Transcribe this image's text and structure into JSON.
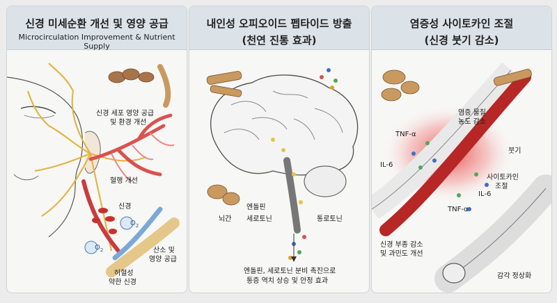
{
  "panels": [
    {
      "title": "신경 미세순환 개선 및 영양 공급",
      "subtitle": "Microcirculation Improvement & Nutrient Supply",
      "labels": {
        "nerve_cell": "신경 세포 영양 공급",
        "env": "및 환경 개선",
        "blood_flow": "혈행 개선",
        "nerve": "신경",
        "o2": "O",
        "o2b": "O",
        "oxygen": "산소 및",
        "nutrient": "영양 공급",
        "ischemic": "허혈성",
        "weak_nerve": "약한 신경"
      }
    },
    {
      "title": "내인성 오피오이드 펩타이드 방출",
      "subtitle": "(천연 진통 효과)",
      "labels": {
        "endorphin": "엔돌핀",
        "serotonin": "세로토닌",
        "brainstem": "뇌간",
        "painkiller": "통로토닌",
        "effect1": "엔돌핀, 세로토닌 분비 촉진으로",
        "effect2": "통증 역치 상승 및 안정 효과"
      }
    },
    {
      "title": "염증성 사이토카인 조절",
      "subtitle": "(신경 붓기 감소)",
      "labels": {
        "inflam1": "염증 물질",
        "inflam2": "농도 감소",
        "tnf_top": "TNF-α",
        "il6_left": "IL-6",
        "swelling": "붓기",
        "cyto1": "사이토카인",
        "cyto2": "조절",
        "il6_right": "IL-6",
        "tnf_bottom": "TNF-α",
        "edema1": "신경 부종 감소",
        "edema2": "및 과민도 개선",
        "sensation": "감각 정상화"
      }
    }
  ]
}
